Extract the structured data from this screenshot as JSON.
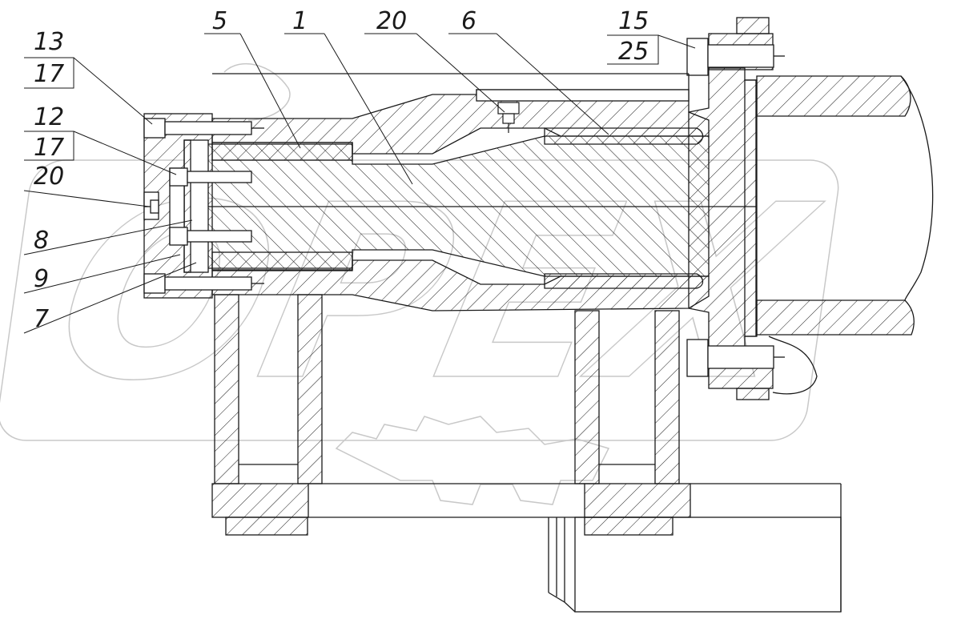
{
  "drawing": {
    "part_labels": {
      "p1": "1",
      "p5": "5",
      "p6": "6",
      "p7": "7",
      "p8": "8",
      "p9": "9",
      "p12": "12",
      "p13": "13",
      "p15": "15",
      "p17a": "17",
      "p17b": "17",
      "p20a": "20",
      "p20b": "20",
      "p25": "25"
    },
    "watermark": "OPEX"
  },
  "colors": {
    "line": "#1a1a1a",
    "watermark": "#c8c8c8"
  }
}
